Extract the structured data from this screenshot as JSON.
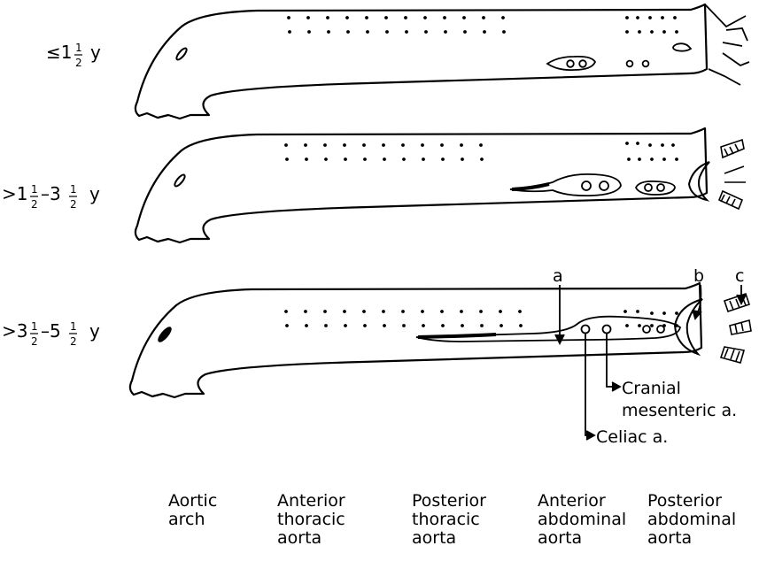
{
  "rows": [
    {
      "prefix": "≤",
      "whole": "1",
      "num": "1",
      "den": "2",
      "unit": "y"
    },
    {
      "prefix": ">",
      "whole": "1",
      "num": "1",
      "den": "2",
      "dash": "–",
      "whole2": "3",
      "num2": "1",
      "den2": "2",
      "unit": "y"
    },
    {
      "prefix": ">",
      "whole": "3",
      "num": "1",
      "den": "2",
      "dash": "–",
      "whole2": "5",
      "num2": "1",
      "den2": "2",
      "unit": "y"
    }
  ],
  "markers": {
    "a": "a",
    "b": "b",
    "c": "c"
  },
  "callouts": {
    "cranial_line1": "Cranial",
    "cranial_line2": "mesenteric a.",
    "celiac": "Celiac a."
  },
  "regions": [
    {
      "line1": "Aortic",
      "line2": "arch",
      "line3": ""
    },
    {
      "line1": "Anterior",
      "line2": "thoracic",
      "line3": "aorta"
    },
    {
      "line1": "Posterior",
      "line2": "thoracic",
      "line3": "aorta"
    },
    {
      "line1": "Anterior",
      "line2": "abdominal",
      "line3": "aorta"
    },
    {
      "line1": "Posterior",
      "line2": "abdominal",
      "line3": "aorta"
    }
  ]
}
